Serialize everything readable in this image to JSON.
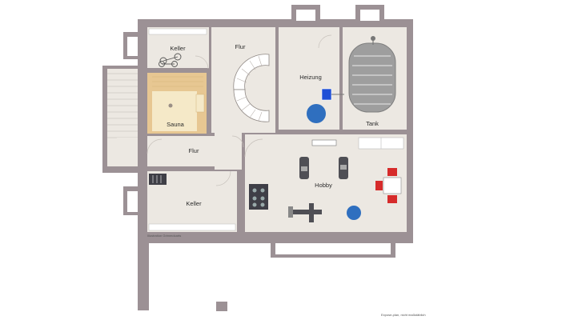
{
  "rooms": {
    "keller_top": "Keller",
    "flur_top": "Flur",
    "heizung": "Heizung",
    "tank": "Tank",
    "sauna": "Sauna",
    "flur_mid": "Flur",
    "hobby": "Hobby",
    "keller_bottom": "Keller"
  },
  "watermark": "Illustration Grimmdcarts",
  "disclaimer": "Expose-plan, nicht maßstäblich",
  "colors": {
    "wall": "#9c9195",
    "floor": "#ece8e2",
    "sauna_wood": "#e7c792",
    "sauna_floor": "#f5e9c8",
    "tank": "#9e9e9e",
    "boiler_blue": "#2f6fbf",
    "chair_red": "#d62b2b"
  }
}
